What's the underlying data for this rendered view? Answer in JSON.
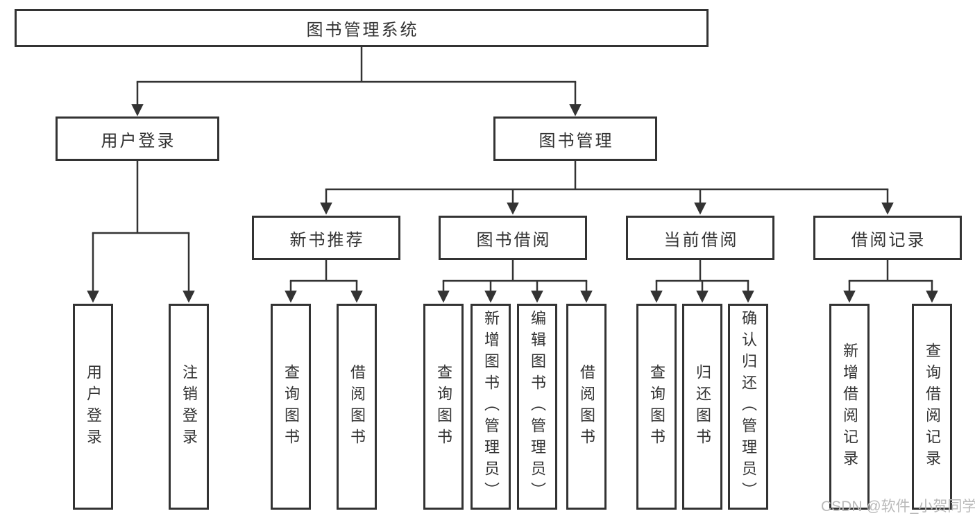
{
  "diagram": {
    "root": {
      "label": "图书管理系统"
    },
    "level2": [
      {
        "label": "用户登录"
      },
      {
        "label": "图书管理"
      }
    ],
    "level3": [
      {
        "label": "新书推荐"
      },
      {
        "label": "图书借阅"
      },
      {
        "label": "当前借阅"
      },
      {
        "label": "借阅记录"
      }
    ],
    "leaves": {
      "user_login": [
        "用户登录",
        "注销登录"
      ],
      "new_book": [
        "查询图书",
        "借阅图书"
      ],
      "book_borrow": [
        "查询图书",
        "新增图书（管理员）",
        "编辑图书（管理员）",
        "借阅图书"
      ],
      "current_borrow": [
        "查询图书",
        "归还图书",
        "确认归还（管理员）"
      ],
      "borrow_records": [
        "新增借阅记录",
        "查询借阅记录"
      ]
    },
    "watermark": "CSDN @软件_小贺同学",
    "colors": {
      "line": "#333333",
      "text": "#333333",
      "watermark": "#b9b9b9",
      "background": "#ffffff"
    }
  }
}
